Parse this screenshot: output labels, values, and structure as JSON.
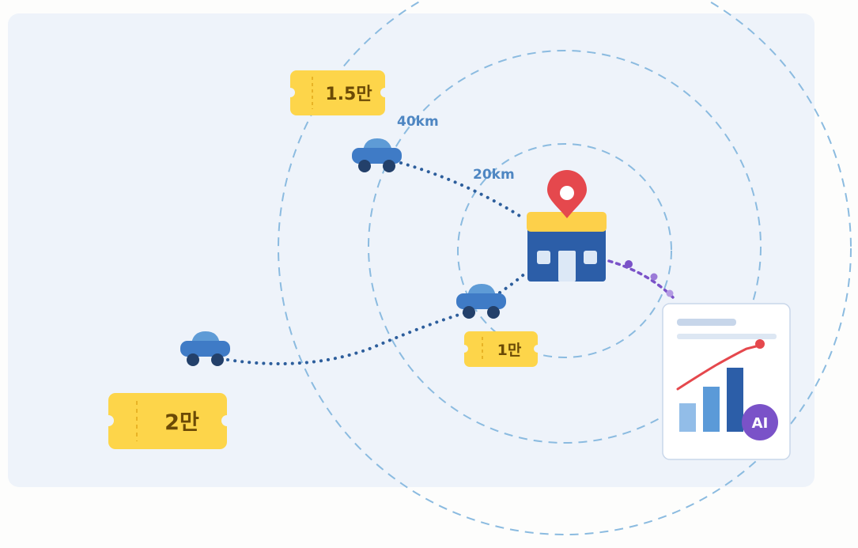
{
  "distances": {
    "outer": "40km",
    "inner": "20km"
  },
  "coupons": [
    {
      "id": "coupon-15k",
      "label": "1.5만"
    },
    {
      "id": "coupon-10k",
      "label": "1만"
    },
    {
      "id": "coupon-20k",
      "label": "2만"
    }
  ],
  "report": {
    "badge": "AI"
  },
  "colors": {
    "panel": "#eef3fa",
    "ring": "#8bbbe0",
    "car": "#3f7bc6",
    "store": "#2c5ea8",
    "awning": "#fdd04a",
    "pin": "#e5484d",
    "coupon": "#fdd54a",
    "coupon_text": "#6b4a06",
    "route": "#2d5e9c",
    "ai_link": "#7a52c8",
    "distance_text": "#4e86c2"
  }
}
